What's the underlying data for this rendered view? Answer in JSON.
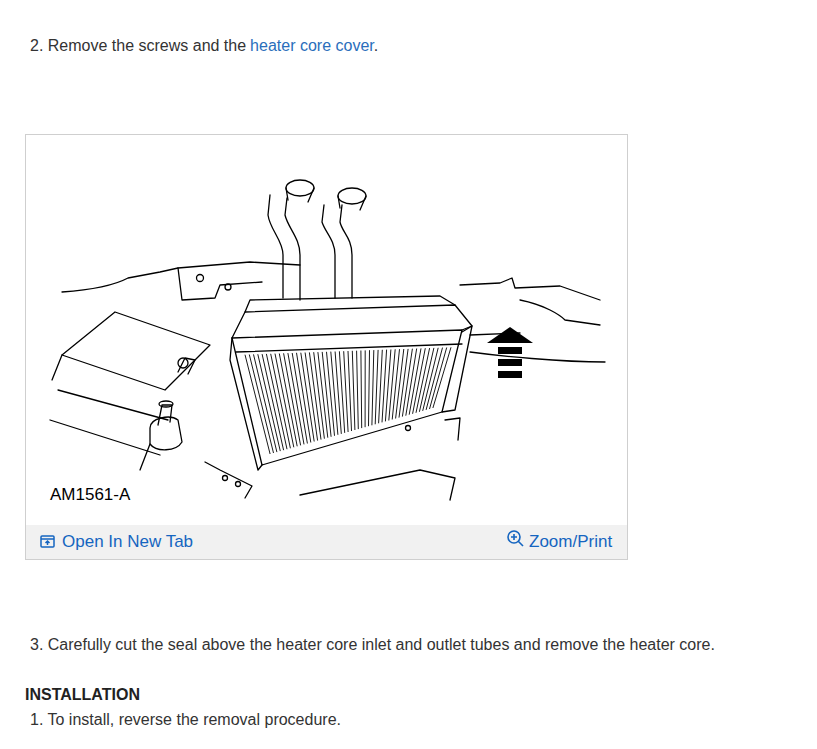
{
  "diagram": {
    "labels": [
      "2. Remove the screws and the",
      "heater core cover",
      ".",
      "AM1561-A",
      "Open In New Tab",
      "Zoom/Print",
      "3. Carefully cut the seal above the heater core inlet and outlet tubes and remove the heater core.",
      "INSTALLATION",
      "1. To install, reverse the removal procedure."
    ]
  }
}
